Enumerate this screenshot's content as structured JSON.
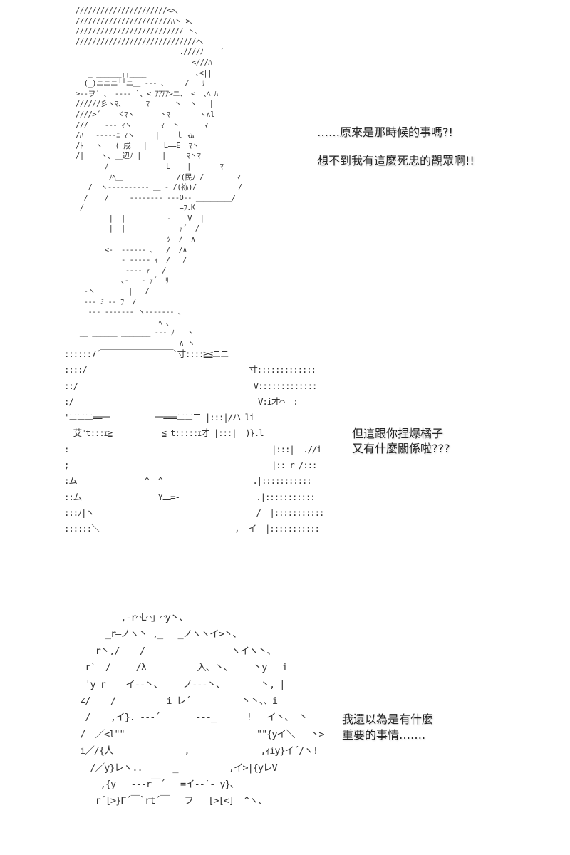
{
  "page": {
    "background": "#ffffff",
    "text_color": "#222222"
  },
  "panels": [
    {
      "id": 1,
      "art": "//////////////////////<>、\n///////////////////////ﾊ丶 >、\n////////////////////////// 丶、\n/////////////////////////////ヘ\n__ ______________________.////ﾉ    ′\n                            <///ﾊ\n   _ ______┌┐____            ､<||\n  (_)ニニニ└┘ニ＿ ‐‐‐ 、    /   ﾘ\n>‐‐ヲ´ 、 ‐‐‐‐ `、< ｱｱｱｱ>ニ、 <  ､ﾍ ﾊ\n//////彡ヽﾏ、     ﾏ      丶  ヽ   |\n////>´    ヾﾏヽ      丶ﾏ       ヽ∧l\n///    ‐‐‐ ﾏヽ       ﾏ  丶      ﾏ\n/ﾊ   ‐‐‐‐‐ﾆ ﾏヽ     |    ｌ ﾏﾑ\n/ﾄ   ヽ   ( 戌   |    L==E  ﾏ丶\n/|    ヽ､ ＿辺ﾉ |     |     ﾏ丶ﾏ\n       ﾉ              L    |       ﾏ\n        ﾉﾍ＿             /(民ﾉ /        ﾏ\n   /  ヽ‐‐‐‐‐‐‐‐‐‐ ＿ ‐ /(袮)/          /\n  /    /     ‐‐‐‐‐‐‐‐ ‐‐‐O‐‐ ＿＿＿＿＿/\n /                       =ﾌ.K\n        |  |          ‐    V  |\n        |  |             ｧ´  /\n                      ﾂ  /  ∧\n       <‐  ‐‐‐‐‐‐ ､   /  /∧\n           ‐ ‐‐‐‐‐ ｨ  /   /\n            ‐‐‐‐ ｧ   /\n           ､‐   ‐ ｧ´  ﾘ\n  ‐ヽ        |   /\n  ‐‐‐ ﾐ ‐‐ ﾌ  /\n   ‐‐‐ ‐‐‐‐‐‐‐ ヽ‐‐‐‐‐‐‐ ､\n                    ﾍ ､\n __ ______ _______ ‐‐‐ ﾉ   ヽ\n                         ∧ ヽ",
      "dialogue": [
        "……原來是那時候的事嗎?!",
        "想不到我有這麼死忠的觀眾啊!!"
      ]
    },
    {
      "id": 2,
      "art": "::::::7´￣￣￣￣￣￣￣￣￣`寸::::≧≦ニニ\n::::/                                    寸:::::::::::::\n::/                                       V:::::::::::::\n:/                                         V:i才⌒  :\n'ニニニ==一          一===ニニ二 |:::|/ハ li\n  艾\"t:::ｪ≧           ≦ t:::::ｪ才 |:::|  )}.l\n:                                             |:::|  .//i\n;                                             |:: r_/:::\n:ム               ^  ^                    .|:::::::::::\n::ム                 Y二=-                 .|:::::::::::\n:::ﾉ|ヽ                                    /  |:::::::::::\n::::::＼                              ,  イ  |:::::::::::",
      "dialogue": [
        "但這跟你捏爆橘子",
        "又有什麼關係啦???"
      ]
    },
    {
      "id": 3,
      "art": "          ,-r⌒L⌒」⌒y丶、\n       _r―ノヽ丶 ,_   _ノヽヽイ>丶、\n     r丶,/    /                 ヽイヽ丶、\n   r`  /     /λ          入、丶、    丶y   i\n   'y r    イ--丶、    ノ---丶、       丶, |\n  ∠/    /          i レ´          丶丶、、i\n   /    ,イ}. ‐‐‐´       ‐‐‐_      !   イ丶、 丶\n  /  ／<l\"\"                          \"\"{yイ＼   丶>\n  i／/{人              ,              ,ｨiy}イ´/ヽ!\n    /／y}レヽ..      _          ,イ>|{yレV\n      ,{y   ‐‐‐r￣´   =イ‐‐′‐ y}、\n     r´[>}Γ´￣`rt´￣   フ   [>[<]  ^ヽ、",
      "dialogue": [
        "我還以為是有什麼",
        "重要的事情……."
      ]
    }
  ]
}
